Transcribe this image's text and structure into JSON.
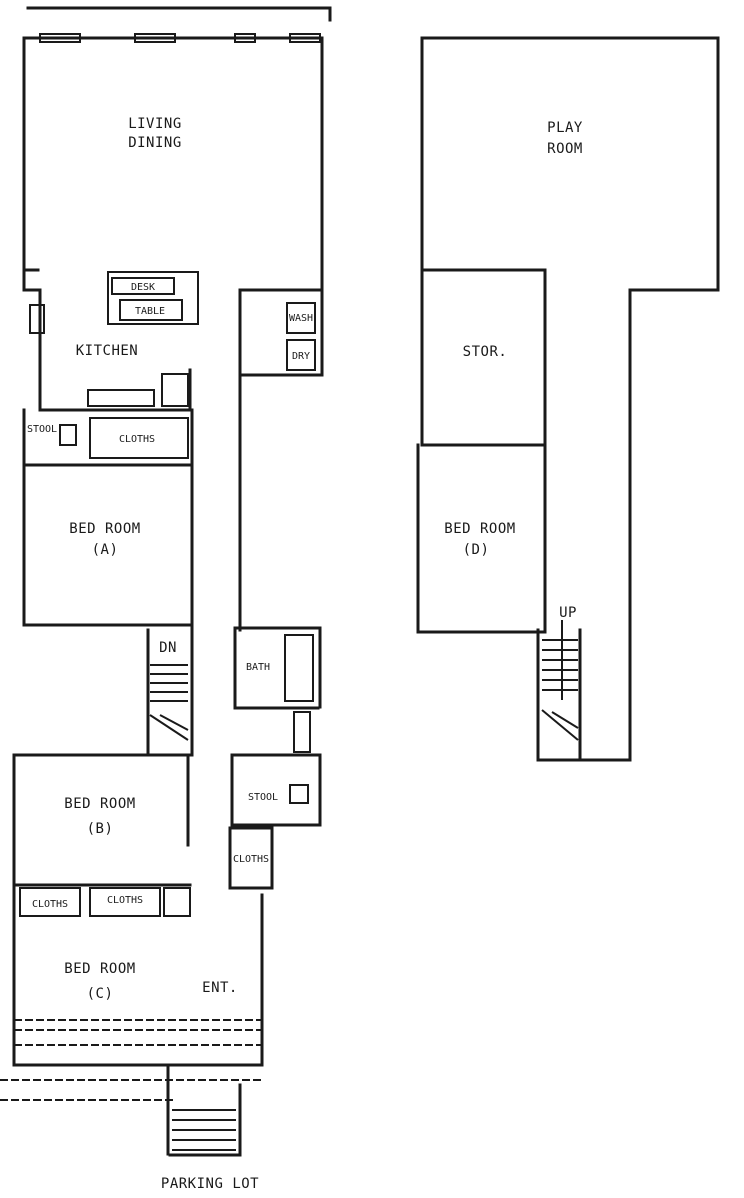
{
  "rooms": {
    "living_line1": "LIVING",
    "living_line2": "DINING",
    "table": "TABLE",
    "desk": "DESK",
    "kitchen": "KITCHEN",
    "wash": "WASH",
    "dry": "DRY",
    "stool_top": "STOOL",
    "cloths_top": "CLOTHS",
    "bedroom_a_line1": "BED ROOM",
    "bedroom_a_line2": "(A)",
    "dn": "DN",
    "bath": "BATH",
    "stool_mid": "STOOL",
    "bedroom_b_line1": "BED ROOM",
    "bedroom_b_line2": "(B)",
    "cloths_mid": "CLOTHS",
    "cloths_left": "CLOTHS",
    "cloths_center": "CLOTHS",
    "bedroom_c_line1": "BED ROOM",
    "bedroom_c_line2": "(C)",
    "ent": "ENT.",
    "parking": "PARKING LOT",
    "play_line1": "PLAY",
    "play_line2": "ROOM",
    "stor": "STOR.",
    "bedroom_d_line1": "BED ROOM",
    "bedroom_d_line2": "(D)",
    "up": "UP"
  }
}
